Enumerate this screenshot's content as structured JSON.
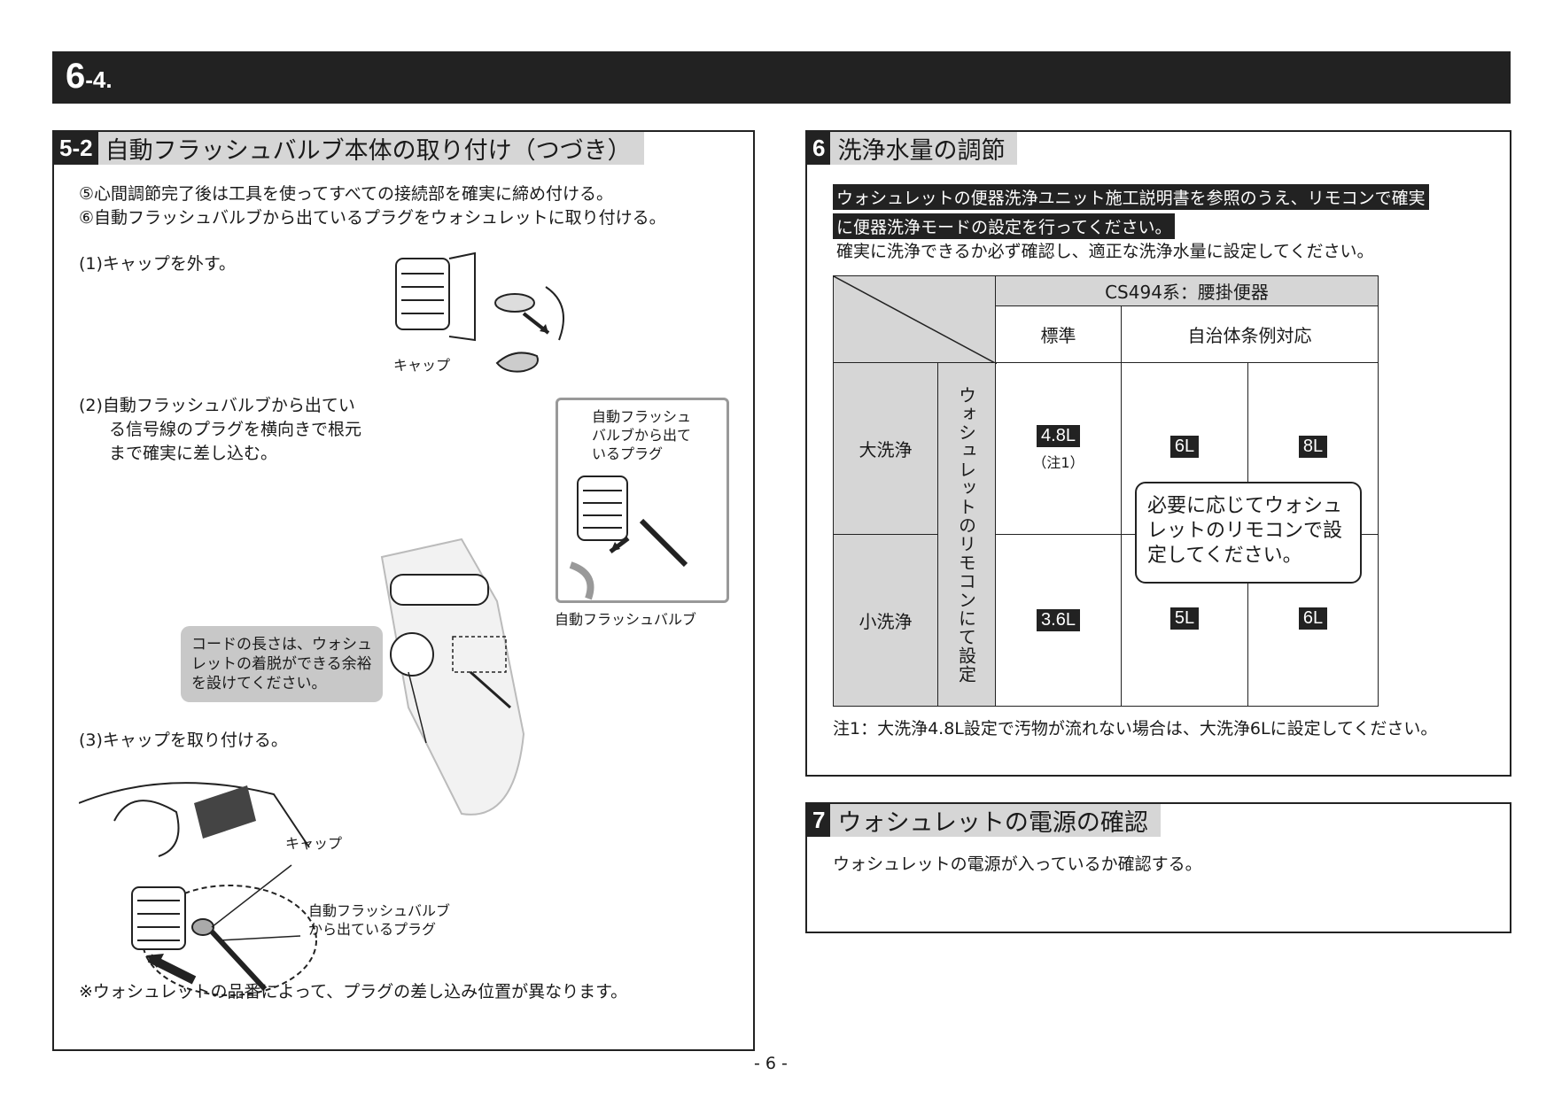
{
  "header": {
    "num_main": "6",
    "num_sub": "-4."
  },
  "left": {
    "badge": "5-2",
    "title": "自動フラッシュバルブ本体の取り付け（つづき）",
    "step5": "⑤心間調節完了後は工具を使ってすべての接続部を確実に締め付ける。",
    "step6": "⑥自動フラッシュバルブから出ているプラグをウォシュレットに取り付ける。",
    "sub1": "(1)キャップを外す。",
    "label_cap1": "キャップ",
    "sub2_lines": [
      "(2)自動フラッシュバルブから出てい",
      "る信号線のプラグを横向きで根元",
      "まで確実に差し込む。"
    ],
    "callout_plug_lines": [
      "自動フラッシュ",
      "バルブから出て",
      "いるプラグ"
    ],
    "label_valve": "自動フラッシュバルブ",
    "callout_cord_lines": [
      "コードの長さは、ウォシュ",
      "レットの着脱ができる余裕",
      "を設けてください。"
    ],
    "sub3": "(3)キャップを取り付ける。",
    "label_cap2": "キャップ",
    "label_plug2_lines": [
      "自動フラッシュバルブ",
      "から出ているプラグ"
    ],
    "note": "※ウォシュレットの品番によって、プラグの差し込み位置が異なります。"
  },
  "sec6": {
    "badge": "6",
    "title": "洗浄水量の調節",
    "highlight_lines": [
      "ウォシュレットの便器洗浄ユニット施工説明書を参照のうえ、リモコンで確実",
      "に便器洗浄モードの設定を行ってください。"
    ],
    "text": "確実に洗浄できるか必ず確認し、適正な洗浄水量に設定してください。",
    "table": {
      "header_model": "CS494系：腰掛便器",
      "col_standard": "標準",
      "col_local": "自治体条例対応",
      "row_large": "大洗浄",
      "row_small": "小洗浄",
      "vertical_label": "ウォシュレットのリモコンにて設定",
      "large_values": [
        "4.8L",
        "6L",
        "8L"
      ],
      "small_values": [
        "3.6L",
        "5L",
        "6L"
      ],
      "note_mark": "（注1）",
      "callout_lines": [
        "必要に応じてウォシュ",
        "レットのリモコンで設",
        "定してください。"
      ]
    },
    "note": "注1：大洗浄4.8L設定で汚物が流れない場合は、大洗浄6Lに設定してください。"
  },
  "sec7": {
    "badge": "7",
    "title": "ウォシュレットの電源の確認",
    "text": "ウォシュレットの電源が入っているか確認する。"
  },
  "page_number": "- 6 -"
}
